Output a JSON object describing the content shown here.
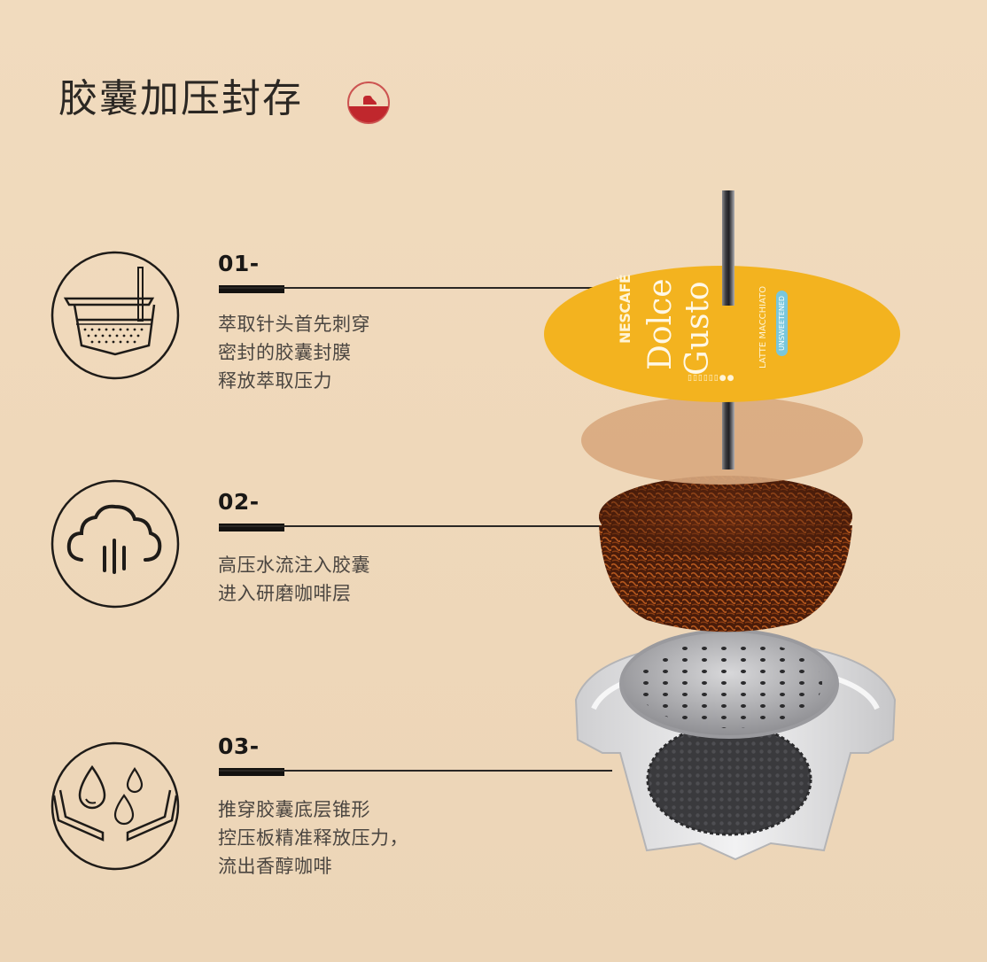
{
  "header": {
    "title": "胶囊加压封存",
    "icon": "pressure-gauge-icon",
    "icon_color": "#c0272d"
  },
  "steps": [
    {
      "number": "01-",
      "icon": "capsule-filter-needle-icon",
      "lines": [
        "萃取针头首先刺穿",
        "密封的胶囊封膜",
        "释放萃取压力"
      ]
    },
    {
      "number": "02-",
      "icon": "steam-cloud-icon",
      "lines": [
        "高压水流注入胶囊",
        "进入研磨咖啡层"
      ]
    },
    {
      "number": "03-",
      "icon": "water-drops-icon",
      "lines": [
        "推穿胶囊底层锥形",
        "控压板精准释放压力，",
        "流出香醇咖啡"
      ]
    }
  ],
  "capsule_illustration": {
    "lid": {
      "brand": "NESCAFÉ",
      "product_line_1": "Dolce",
      "product_line_2": "Gusto",
      "variety": "LATTE MACCHIATO",
      "badge": "UNSWEETENED",
      "intensity_filled": 2,
      "intensity_total": 8,
      "color": "#f3b31f",
      "badge_color": "#79c7dc"
    },
    "seal_color": "#d9ab82",
    "coffee_color": "#6b2e14",
    "filter_color": "#b9b9bb",
    "cup_color": "#e8e8e9"
  },
  "colors": {
    "background": "#f0dabd",
    "text_dark": "#2b2723",
    "text_body": "#4a4540"
  }
}
